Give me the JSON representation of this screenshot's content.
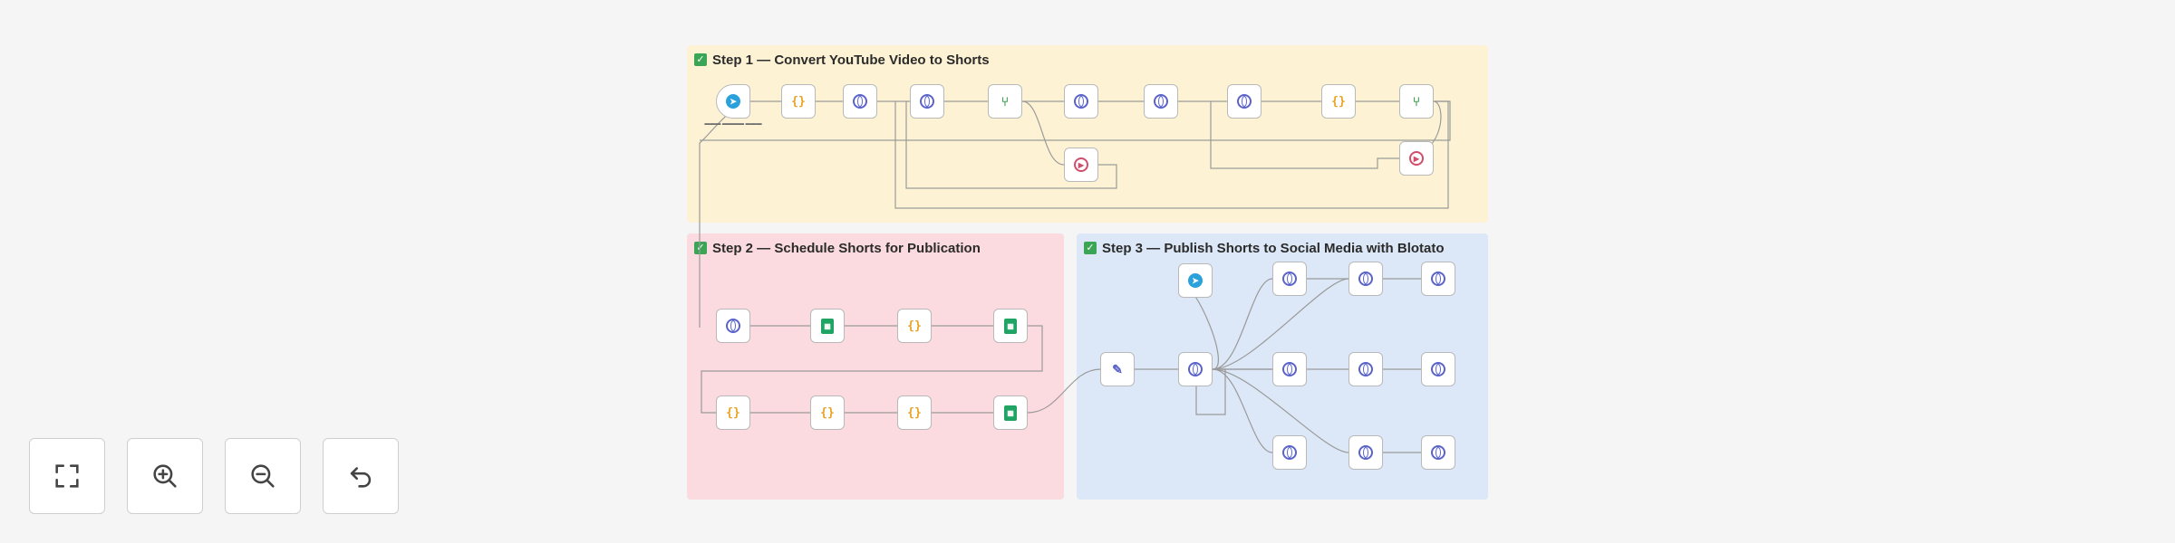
{
  "stickies": {
    "step1": "Step 1 — Convert YouTube Video to Shorts",
    "step2": "Step 2 — Schedule Shorts for Publication",
    "step3": "Step 3 — Publish Shorts to Social Media with Blotato"
  },
  "controls": {
    "fit": "fit-view-icon",
    "zoom_in": "zoom-in-icon",
    "zoom_out": "zoom-out-icon",
    "undo": "undo-icon"
  },
  "colors": {
    "step1_bg": "#fdf3d4",
    "step2_bg": "#fbdbdf",
    "step3_bg": "#dce8f7"
  }
}
